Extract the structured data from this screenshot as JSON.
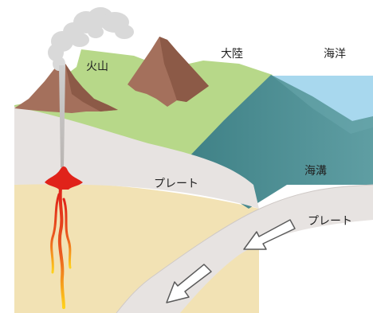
{
  "labels": {
    "volcano": "火山",
    "continent": "大陸",
    "ocean": "海洋",
    "trench": "海溝",
    "plate_left": "プレート",
    "plate_right": "プレート"
  },
  "colors": {
    "sky_ocean": "#a8d8ee",
    "land_green": "#b7d889",
    "continental_crust": "#f2e2b4",
    "plate": "#e7e3e1",
    "ocean_water": "#4f8c90",
    "mountain": "#a4705c",
    "magma": "#e0231a",
    "smoke": "#d9d9d9"
  },
  "icons": {
    "plate_motion": "white-arrow-icon"
  }
}
